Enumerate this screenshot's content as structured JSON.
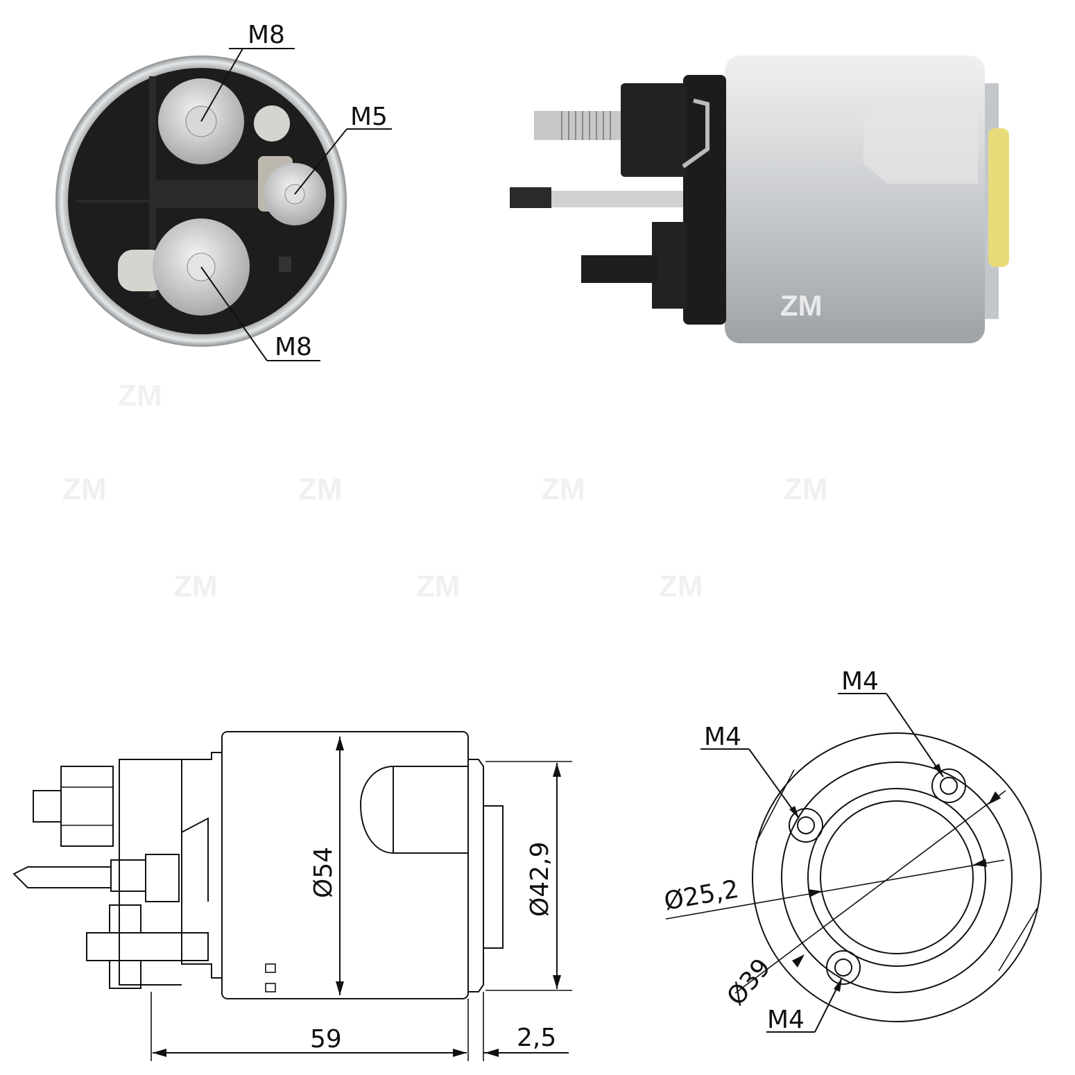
{
  "watermark": "ZM",
  "photo_end_view": {
    "labels": [
      "M8",
      "M5",
      "M8"
    ]
  },
  "photo_side_view": {
    "logo_text": "ZM"
  },
  "drawing_side_view": {
    "diameter_body": "Ø54",
    "diameter_flange": "Ø42,9",
    "length": "59",
    "offset": "2,5"
  },
  "drawing_end_view": {
    "thread_labels": [
      "M4",
      "M4",
      "M4"
    ],
    "diameter_bore": "Ø25,2",
    "diameter_bolt_circle": "Ø39"
  },
  "colors": {
    "line": "#111111",
    "housing_black": "#1c1c1c",
    "metal_silver": "#c9cbcd",
    "plunger_yellow": "#e8dc7a"
  }
}
